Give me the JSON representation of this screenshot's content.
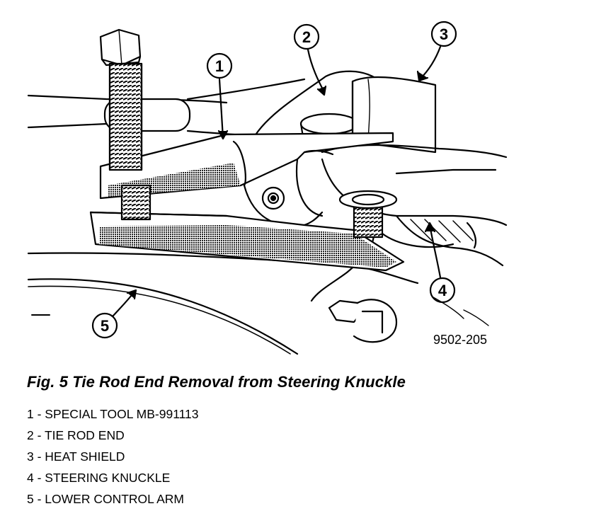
{
  "figure": {
    "code": "9502-205",
    "callouts": [
      "1",
      "2",
      "3",
      "4",
      "5"
    ]
  },
  "caption": "Fig. 5 Tie Rod End Removal from Steering Knuckle",
  "legend": [
    "1 - SPECIAL TOOL MB-991113",
    "2 - TIE ROD END",
    "3 - HEAT SHIELD",
    "4 - STEERING KNUCKLE",
    "5 - LOWER CONTROL ARM"
  ],
  "colors": {
    "ink": "#000000",
    "paper": "#ffffff",
    "shade": "#444444"
  }
}
